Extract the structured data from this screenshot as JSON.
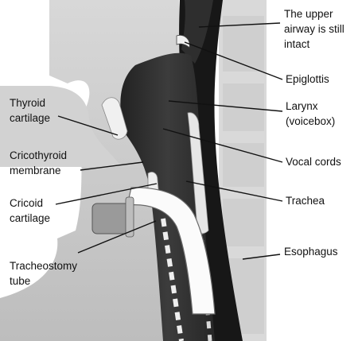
{
  "labels": {
    "upper_airway": [
      "The upper",
      "airway is still",
      "intact"
    ],
    "epiglottis": [
      "Epiglottis"
    ],
    "larynx": [
      "Larynx",
      "(voicebox)"
    ],
    "thyroid_cartilage": [
      "Thyroid",
      "cartilage"
    ],
    "cricothyroid_membrane": [
      "Cricothyroid",
      "membrane"
    ],
    "vocal_cords": [
      "Vocal cords"
    ],
    "cricoid_cartilage": [
      "Cricoid",
      "cartilage"
    ],
    "trachea": [
      "Trachea"
    ],
    "esophagus": [
      "Esophagus"
    ],
    "tracheostomy_tube": [
      "Tracheostomy",
      "tube"
    ]
  },
  "colors": {
    "tissue": "#c9c9c9",
    "airway": "#333333",
    "dark_column": "#161616",
    "spine": "#d6d6d6",
    "cartilage": "#eeeeee",
    "tube": "#f8f8f8"
  }
}
